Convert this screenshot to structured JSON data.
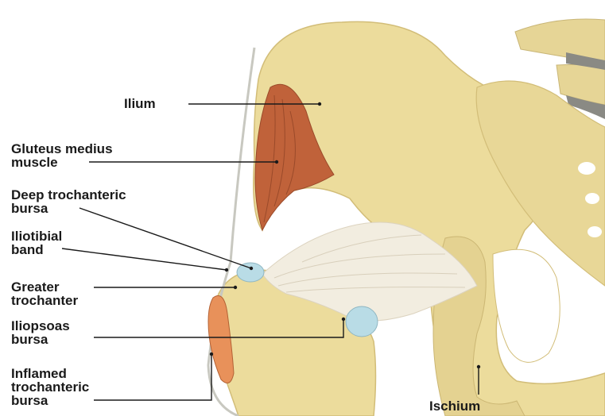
{
  "labels": {
    "ilium": [
      "Ilium"
    ],
    "gluteus": [
      "Gluteus medius",
      "muscle"
    ],
    "deep_bursa": [
      "Deep trochanteric",
      "bursa"
    ],
    "iliotibial": [
      "Iliotibial",
      "band"
    ],
    "greater_trochanter": [
      "Greater",
      "trochanter"
    ],
    "iliopsoas": [
      "Iliopsoas",
      "bursa"
    ],
    "inflamed": [
      "Inflamed",
      "trochanteric",
      "bursa"
    ],
    "ischium": [
      "Ischium"
    ]
  },
  "colors": {
    "bone": "#ecdc9c",
    "bone_shadow": "#d9c57e",
    "muscle": "#c0623a",
    "ligament": "#f2ede0",
    "bursa": "#b9dce6",
    "inflamed_bursa": "#e8915a",
    "leader_line": "#1a1a1a"
  }
}
